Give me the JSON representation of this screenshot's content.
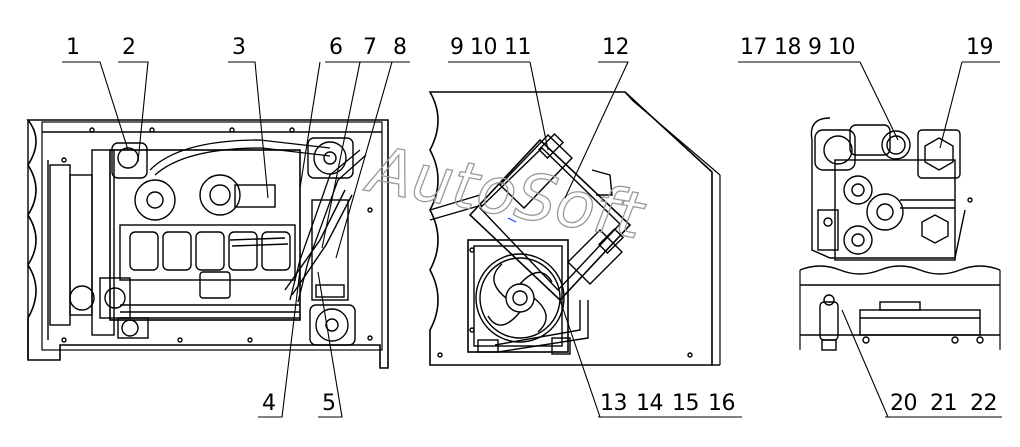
{
  "watermark": "AutoSoft",
  "callouts": {
    "top_left": [
      "1",
      "2",
      "3",
      "6",
      "7",
      "8"
    ],
    "bottom_left": [
      "4",
      "5"
    ],
    "top_middle": [
      "9",
      "10",
      "11",
      "12"
    ],
    "bottom_middle": [
      "13",
      "14",
      "15",
      "16"
    ],
    "top_right": [
      "17",
      "18",
      "9",
      "10",
      "19"
    ],
    "bottom_right": [
      "20",
      "21",
      "22"
    ]
  },
  "colors": {
    "line": "#000000",
    "watermark": "#9a9a9a",
    "accent": "#1a3cff"
  }
}
